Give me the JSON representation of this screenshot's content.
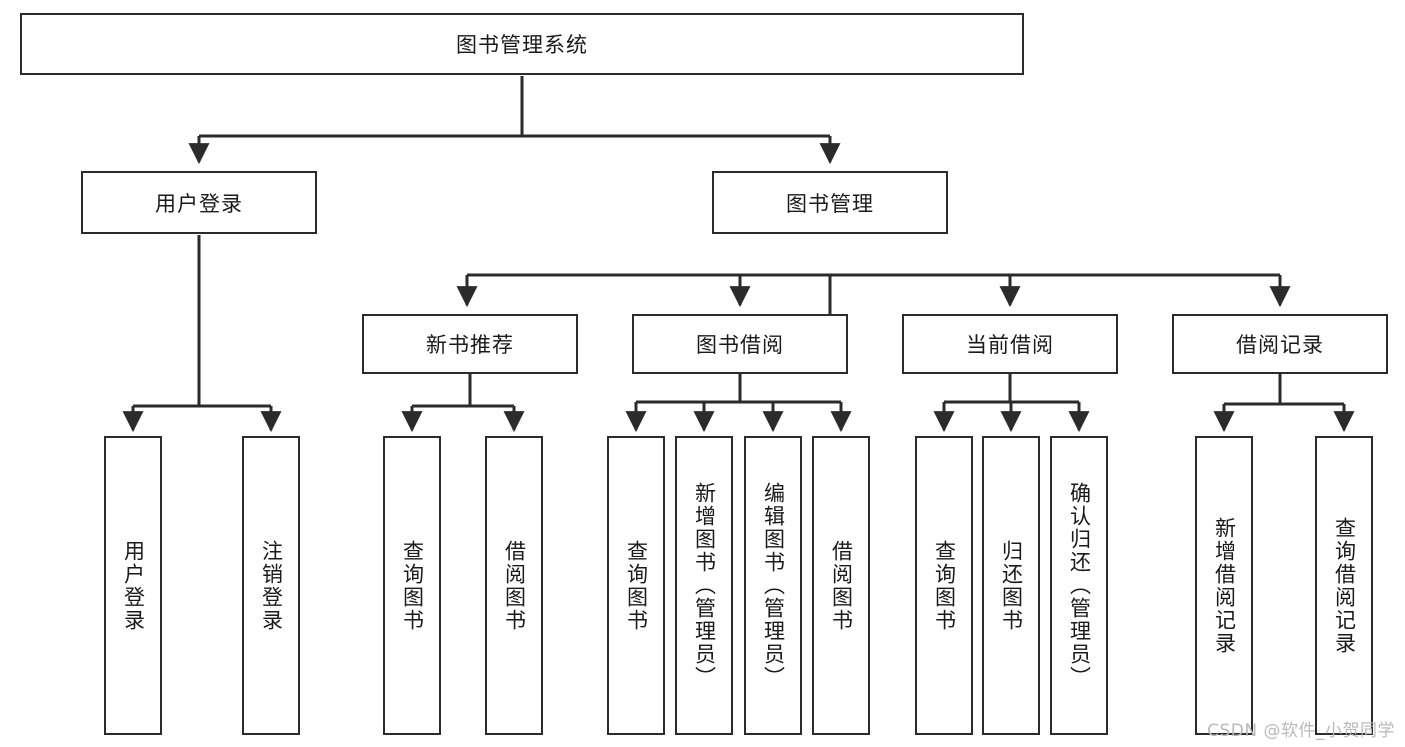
{
  "diagram": {
    "title": "图书管理系统",
    "type": "hierarchy-tree",
    "colors": {
      "box_border": "#2b2b2b",
      "box_fill": "#ffffff",
      "edge": "#2b2b2b",
      "text": "#1a1a1a",
      "watermark": "#b9b9b9"
    },
    "levels": [
      {
        "level": 1,
        "nodes": [
          {
            "id": "root",
            "label": "图书管理系统",
            "orientation": "horizontal"
          }
        ]
      },
      {
        "level": 2,
        "nodes": [
          {
            "id": "login",
            "label": "用户登录",
            "orientation": "horizontal",
            "parent": "root"
          },
          {
            "id": "bookmgmt",
            "label": "图书管理",
            "orientation": "horizontal",
            "parent": "root"
          }
        ]
      },
      {
        "level": 3,
        "nodes": [
          {
            "id": "newbook",
            "label": "新书推荐",
            "orientation": "horizontal",
            "parent": "bookmgmt"
          },
          {
            "id": "borrow",
            "label": "图书借阅",
            "orientation": "horizontal",
            "parent": "bookmgmt"
          },
          {
            "id": "current",
            "label": "当前借阅",
            "orientation": "horizontal",
            "parent": "bookmgmt"
          },
          {
            "id": "records",
            "label": "借阅记录",
            "orientation": "horizontal",
            "parent": "bookmgmt"
          }
        ]
      },
      {
        "level": 4,
        "nodes": [
          {
            "id": "leaf1",
            "label": "用户登录",
            "orientation": "vertical",
            "parent": "login"
          },
          {
            "id": "leaf2",
            "label": "注销登录",
            "orientation": "vertical",
            "parent": "login"
          },
          {
            "id": "leaf3",
            "label": "查询图书",
            "orientation": "vertical",
            "parent": "newbook"
          },
          {
            "id": "leaf4",
            "label": "借阅图书",
            "orientation": "vertical",
            "parent": "newbook"
          },
          {
            "id": "leaf5",
            "label": "查询图书",
            "orientation": "vertical",
            "parent": "borrow"
          },
          {
            "id": "leaf6",
            "label": "新增图书（管理员）",
            "orientation": "vertical",
            "parent": "borrow"
          },
          {
            "id": "leaf7",
            "label": "编辑图书（管理员）",
            "orientation": "vertical",
            "parent": "borrow"
          },
          {
            "id": "leaf8",
            "label": "借阅图书",
            "orientation": "vertical",
            "parent": "borrow"
          },
          {
            "id": "leaf9",
            "label": "查询图书",
            "orientation": "vertical",
            "parent": "current"
          },
          {
            "id": "leaf10",
            "label": "归还图书",
            "orientation": "vertical",
            "parent": "current"
          },
          {
            "id": "leaf11",
            "label": "确认归还（管理员）",
            "orientation": "vertical",
            "parent": "current"
          },
          {
            "id": "leaf12",
            "label": "新增借阅记录",
            "orientation": "vertical",
            "parent": "records"
          },
          {
            "id": "leaf13",
            "label": "查询借阅记录",
            "orientation": "vertical",
            "parent": "records"
          }
        ]
      }
    ]
  },
  "watermark": {
    "text": "CSDN @软件_小贺同学"
  }
}
